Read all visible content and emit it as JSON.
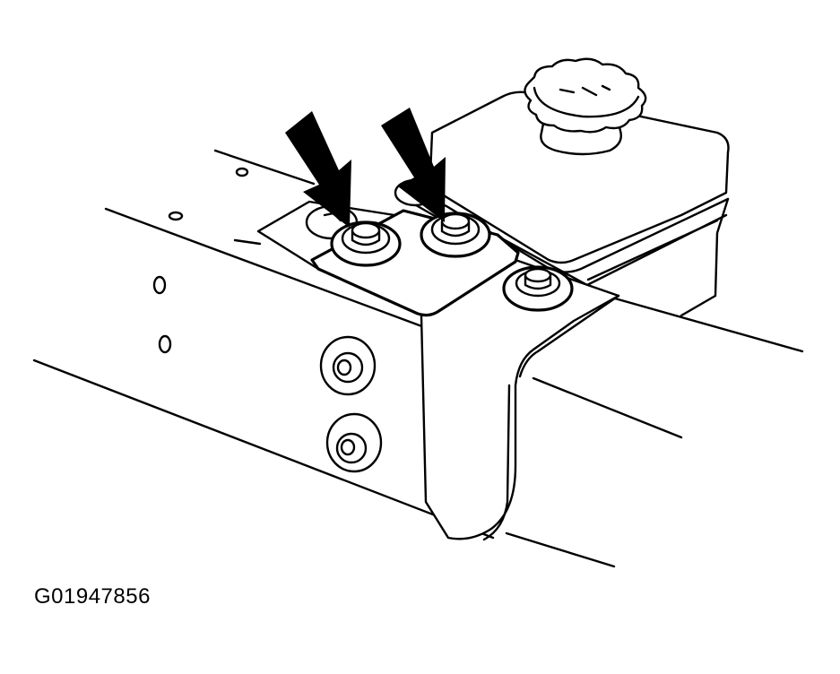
{
  "figure": {
    "id_label": "G01947856",
    "line_color": "#000000",
    "background_color": "#ffffff",
    "callouts": [
      "arrow-icon",
      "arrow-icon"
    ],
    "parts": [
      "frame-rail",
      "mounting-bracket",
      "coolant-reservoir",
      "reservoir-cap",
      "mounting-bolts"
    ]
  }
}
